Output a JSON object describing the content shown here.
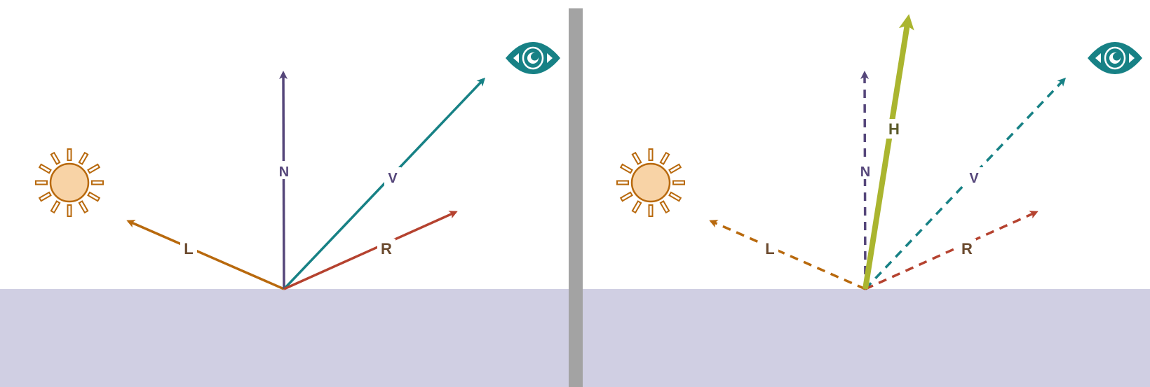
{
  "colors": {
    "surface": "#d0cfe3",
    "divider": "#a3a3a3",
    "light": "#b8690d",
    "normal": "#55467a",
    "view": "#178185",
    "reflect": "#b5422f",
    "halfway": "#aab52f",
    "sun_fill": "#f8d3a6",
    "eye": "#178185",
    "label_text": "#6b4a2e",
    "h_text": "#5b5a2a"
  },
  "icons": {
    "light_source": "sun-icon",
    "viewer": "eye-icon"
  },
  "left_panel": {
    "labels": {
      "light": "L",
      "normal": "N",
      "view": "V",
      "reflect": "R"
    }
  },
  "right_panel": {
    "labels": {
      "light": "L",
      "normal": "N",
      "view": "V",
      "reflect": "R",
      "halfway": "H"
    }
  }
}
